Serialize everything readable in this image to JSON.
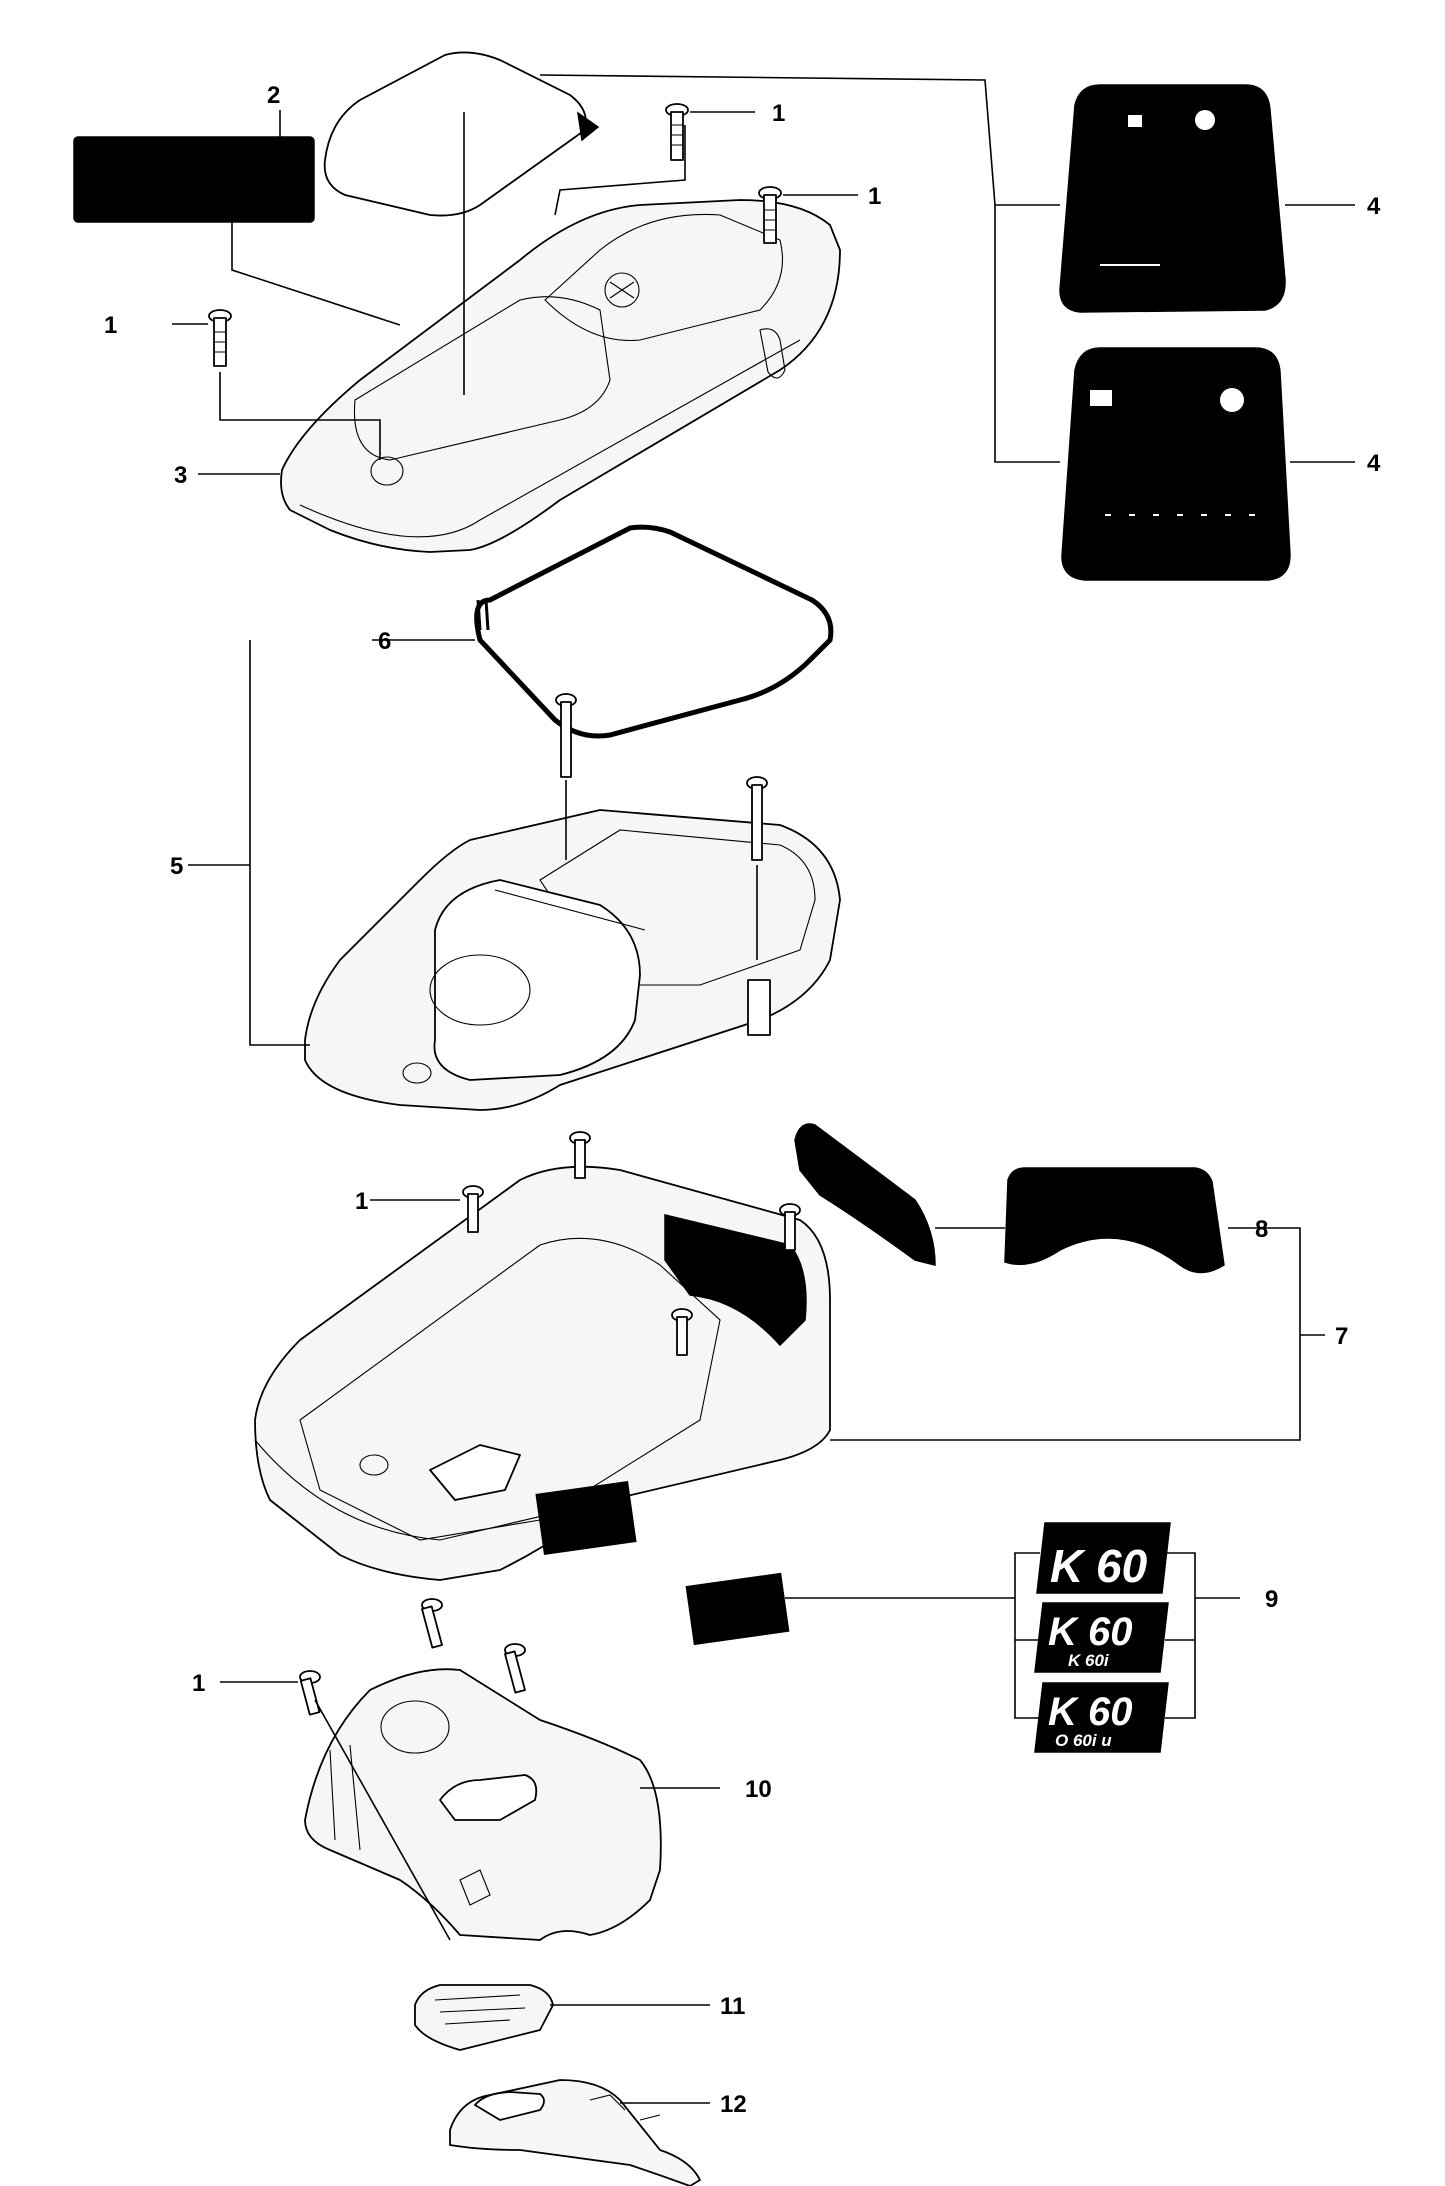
{
  "callouts": {
    "c1": "1",
    "c2": "2",
    "c3": "3",
    "c4": "4",
    "c5": "5",
    "c6": "6",
    "c7": "7",
    "c8": "8",
    "c9": "9",
    "c10": "10",
    "c11": "11",
    "c12": "12"
  },
  "decals": {
    "model_main": "K 60",
    "model_variant_b": "K 60",
    "model_variant_b_sub": "K 60i",
    "model_variant_c": "K 60",
    "model_variant_c_sub": "O 60i u"
  },
  "colors": {
    "line": "#000000",
    "part_fill": "#f6f6f6",
    "decal_fill": "#000000",
    "background": "#ffffff"
  }
}
